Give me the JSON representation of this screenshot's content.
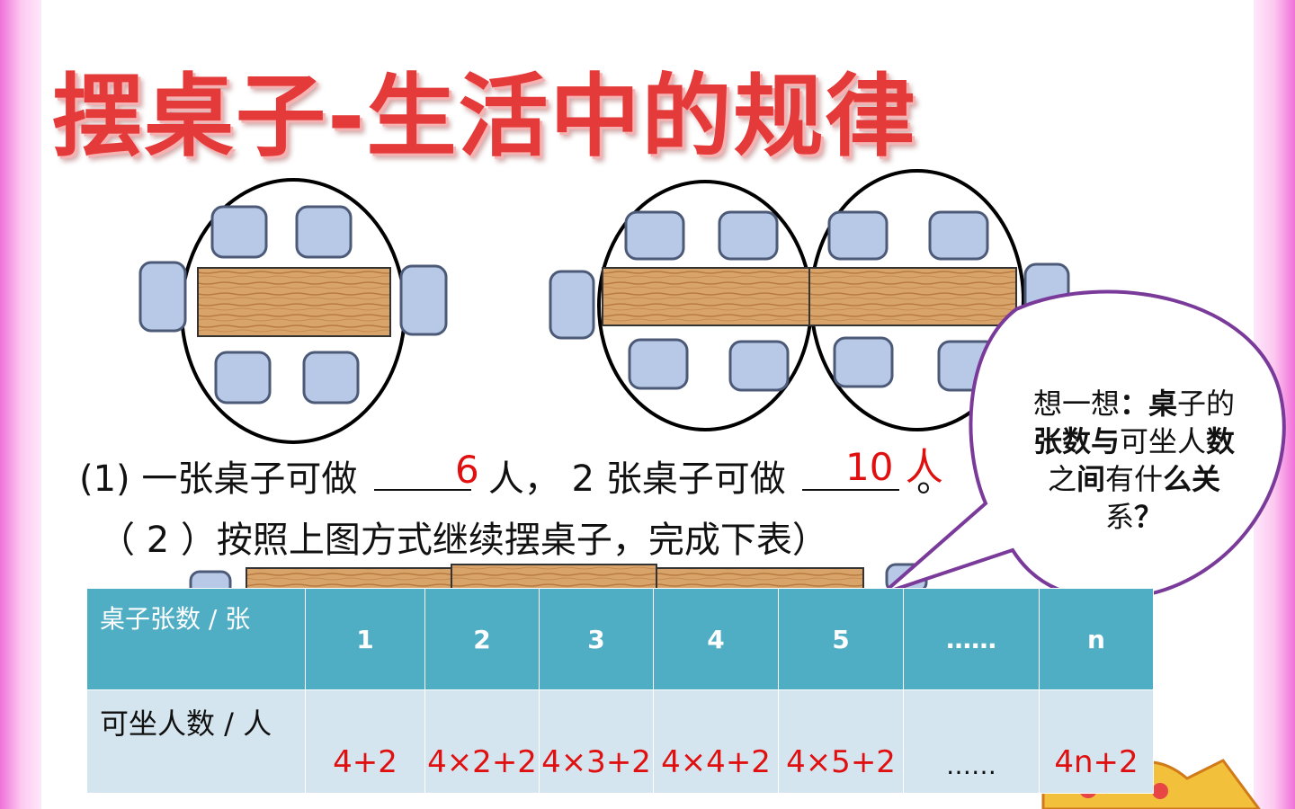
{
  "title": "摆桌子-生活中的规律",
  "question1": {
    "part_a": "(1) 一张桌子可做",
    "answer_a": "6",
    "part_b": "人， 2 张桌子可做",
    "answer_b": "10 人",
    "end": "。"
  },
  "question2": "（ 2 ）按照上图方式继续摆桌子，完成下表）",
  "bubble": {
    "segments": [
      {
        "text": "想一想",
        "bold": false
      },
      {
        "text": "：桌",
        "bold": true
      },
      {
        "text": "子的",
        "bold": false
      },
      {
        "text": "张数与",
        "bold": true
      },
      {
        "text": "可坐人",
        "bold": false
      },
      {
        "text": "数",
        "bold": true
      },
      {
        "text": "之",
        "bold": false
      },
      {
        "text": "间",
        "bold": true
      },
      {
        "text": "有什",
        "bold": false
      },
      {
        "text": "么关",
        "bold": true
      },
      {
        "text": "系",
        "bold": false
      },
      {
        "text": "？",
        "bold": true
      }
    ]
  },
  "table": {
    "header_label": "桌子张数 / 张",
    "header_values": [
      "1",
      "2",
      "3",
      "4",
      "5",
      "……",
      "n"
    ],
    "row_label": "可坐人数 / 人",
    "row_values": [
      "4+2",
      "4×2+2",
      "4×3+2",
      "4×4+2",
      "4×5+2",
      "……",
      "4n+2"
    ]
  },
  "colors": {
    "title": "#e43a3a",
    "answer": "#e01010",
    "table_header": "#4fadc4",
    "table_body": "#d4e5ef",
    "bubble_border": "#7a3a9a",
    "side_border": "#f070d8"
  }
}
